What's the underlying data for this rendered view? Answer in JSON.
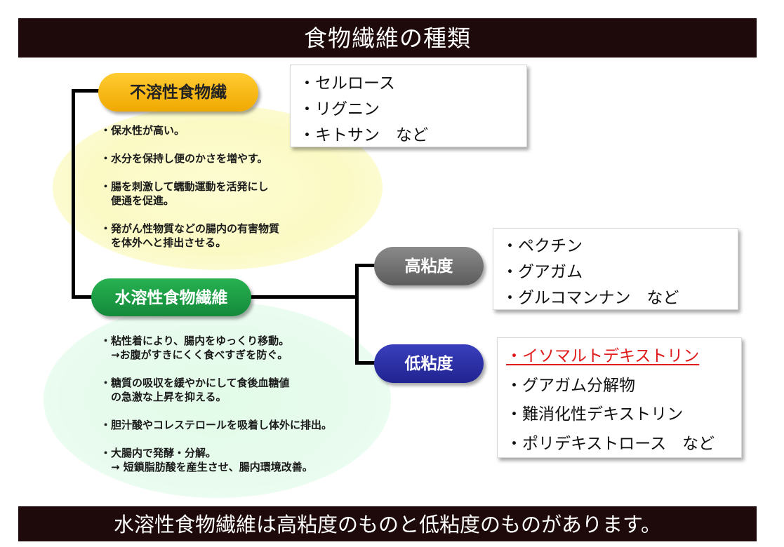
{
  "title": "食物繊維の種類",
  "footer": "水溶性食物繊維は高粘度のものと低粘度のものがあります。",
  "insoluble": {
    "label": "不溶性食物繊",
    "examples": [
      "・セルロース",
      "・リグニン",
      "・キトサン　など"
    ],
    "notes": [
      "・保水性が高い。",
      "・水分を保持し便のかさを増やす。",
      "・腸を刺激して蠕動運動を活発にし\n　便通を促進。",
      "・発がん性物質などの腸内の有害物質\n　を体外へと排出させる。"
    ]
  },
  "soluble": {
    "label": "水溶性食物繊維",
    "notes": [
      "・粘性着により、腸内をゆっくり移動。\n　→お腹がすきにくく食べすぎを防ぐ。",
      "・糖質の吸収を緩やかにして食後血糖値\n　の急激な上昇を抑える。",
      "・胆汁酸やコレステロールを吸着し体外に排出。",
      "・大腸内で発酵・分解。\n　→ 短鎖脂肪酸を産生させ、腸内環境改善。"
    ]
  },
  "high_viscosity": {
    "label": "高粘度",
    "examples": [
      "・ペクチン",
      "・グアガム",
      "・グルコマンナン　など"
    ]
  },
  "low_viscosity": {
    "label": "低粘度",
    "examples": [
      "・イソマルトデキストリン",
      "・グアガム分解物",
      "・難消化性デキストリン",
      "・ポリデキストロース　など"
    ]
  },
  "colors": {
    "banner": "#1e0a0a",
    "insoluble_pill": "#f0a800",
    "soluble_pill": "#14893a",
    "high_pill": "#6e6e6e",
    "low_pill": "#20238f",
    "highlight": "#e01b1b"
  }
}
